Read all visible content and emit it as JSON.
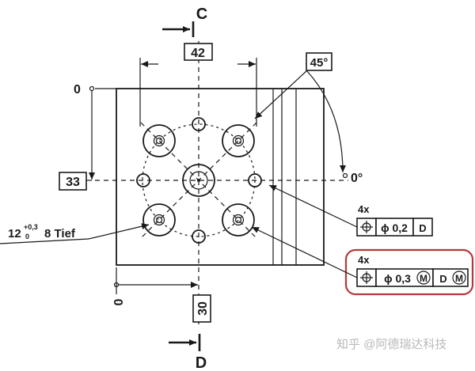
{
  "section_labels": {
    "top": "C",
    "bottom": "D"
  },
  "dimensions": {
    "width_42": "42",
    "angle_45": "45°",
    "left_33": "33",
    "bottom_30": "30",
    "origin_left": "0",
    "origin_bottom": "0",
    "angle_0": "0°"
  },
  "thread_callout": {
    "base": "12",
    "tol_upper": "+0,3",
    "tol_lower": "0",
    "suffix": "8 Tief"
  },
  "tolerance_frames": [
    {
      "count": "4x",
      "symbol": "position-icon",
      "tolerance": "ϕ 0,2",
      "datum": "D"
    },
    {
      "count": "4x",
      "symbol": "position-icon",
      "tolerance": "ϕ 0,3",
      "tolerance_modifier": "M",
      "datum": "D",
      "datum_modifier": "M",
      "highlighted": true,
      "highlight_color": "#b5383c"
    }
  ],
  "watermark": "知乎 @阿德瑞达科技"
}
